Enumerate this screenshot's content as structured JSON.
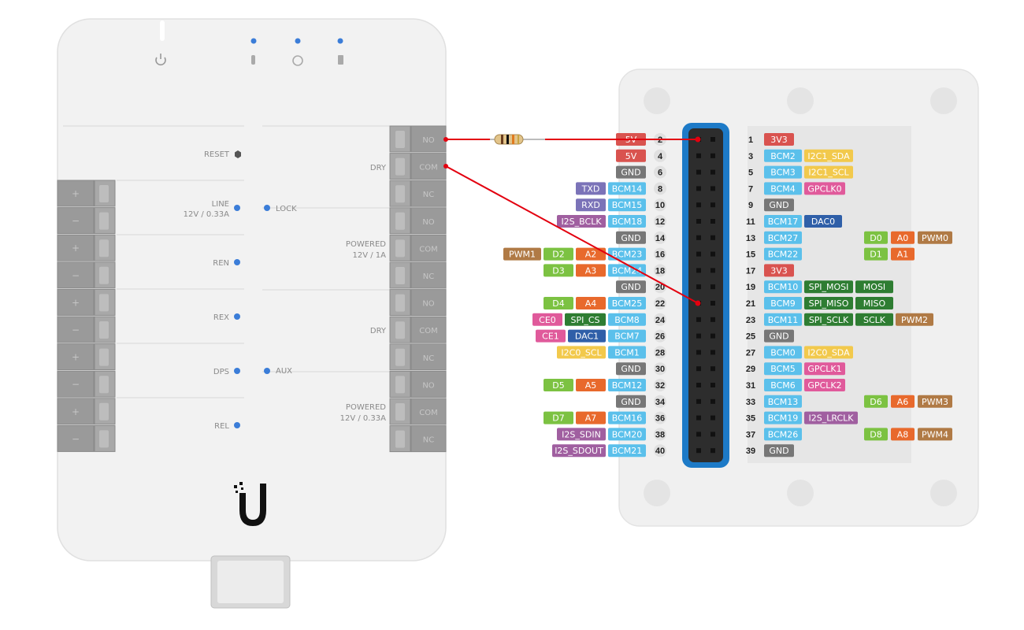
{
  "controller": {
    "logo_text": "U",
    "labels": {
      "reset": "RESET",
      "line": "LINE",
      "line_rating": "12V / 0.33A",
      "lock": "LOCK",
      "ren": "REN",
      "rex": "REX",
      "dps": "DPS",
      "aux": "AUX",
      "rel": "REL",
      "dry_top": "DRY",
      "powered_mid": "POWERED",
      "powered_mid_rating": "12V / 1A",
      "dry_bottom": "DRY",
      "powered_bottom": "POWERED",
      "powered_bottom_rating": "12V / 0.33A"
    },
    "relay_terminals": [
      "NO",
      "COM",
      "NC",
      "NO",
      "COM",
      "NC",
      "NO",
      "COM",
      "NC",
      "NO",
      "COM",
      "NC"
    ],
    "input_terminals": [
      "+",
      "−",
      "+",
      "−",
      "+",
      "−",
      "+",
      "−",
      "+",
      "−"
    ]
  },
  "wiring": {
    "wire_color": "#e3000f",
    "from_1": "NO",
    "to_1": "pin 2 (5V)",
    "from_2": "COM",
    "to_2": "pin 22 (BCM25)"
  },
  "gpio": {
    "colors": {
      "power_5v": "#d9534f",
      "power_3v3": "#d9534f",
      "gnd": "#777777",
      "bcm": "#5bc0eb",
      "uart": "#7b73b8",
      "i2s": "#a05fa0",
      "i2c": "#f2c94c",
      "gpclk": "#e05a9b",
      "spi": "#2e7d32",
      "dac": "#2f5fa8",
      "d": "#7cc242",
      "a": "#e8692c",
      "pwm": "#b07a45",
      "header": "#1d7ac7"
    },
    "left": [
      {
        "num": "2",
        "labels": [
          {
            "t": "5V",
            "c": "power_5v"
          }
        ]
      },
      {
        "num": "4",
        "labels": [
          {
            "t": "5V",
            "c": "power_5v"
          }
        ]
      },
      {
        "num": "6",
        "labels": [
          {
            "t": "GND",
            "c": "gnd"
          }
        ]
      },
      {
        "num": "8",
        "labels": [
          {
            "t": "BCM14",
            "c": "bcm"
          },
          {
            "t": "TXD",
            "c": "uart"
          }
        ]
      },
      {
        "num": "10",
        "labels": [
          {
            "t": "BCM15",
            "c": "bcm"
          },
          {
            "t": "RXD",
            "c": "uart"
          }
        ]
      },
      {
        "num": "12",
        "labels": [
          {
            "t": "BCM18",
            "c": "bcm"
          },
          {
            "t": "I2S_BCLK",
            "c": "i2s"
          }
        ]
      },
      {
        "num": "14",
        "labels": [
          {
            "t": "GND",
            "c": "gnd"
          }
        ]
      },
      {
        "num": "16",
        "labels": [
          {
            "t": "BCM23",
            "c": "bcm"
          },
          {
            "t": "A2",
            "c": "a"
          },
          {
            "t": "D2",
            "c": "d"
          },
          {
            "t": "PWM1",
            "c": "pwm"
          }
        ]
      },
      {
        "num": "18",
        "labels": [
          {
            "t": "BCM24",
            "c": "bcm"
          },
          {
            "t": "A3",
            "c": "a"
          },
          {
            "t": "D3",
            "c": "d"
          }
        ]
      },
      {
        "num": "20",
        "labels": [
          {
            "t": "GND",
            "c": "gnd"
          }
        ]
      },
      {
        "num": "22",
        "labels": [
          {
            "t": "BCM25",
            "c": "bcm"
          },
          {
            "t": "A4",
            "c": "a"
          },
          {
            "t": "D4",
            "c": "d"
          }
        ]
      },
      {
        "num": "24",
        "labels": [
          {
            "t": "BCM8",
            "c": "bcm"
          },
          {
            "t": "SPI_CS",
            "c": "spi"
          },
          {
            "t": "CE0",
            "c": "gpclk"
          }
        ]
      },
      {
        "num": "26",
        "labels": [
          {
            "t": "BCM7",
            "c": "bcm"
          },
          {
            "t": "DAC1",
            "c": "dac"
          },
          {
            "t": "CE1",
            "c": "gpclk"
          }
        ]
      },
      {
        "num": "28",
        "labels": [
          {
            "t": "BCM1",
            "c": "bcm"
          },
          {
            "t": "I2C0_SCL",
            "c": "i2c"
          }
        ]
      },
      {
        "num": "30",
        "labels": [
          {
            "t": "GND",
            "c": "gnd"
          }
        ]
      },
      {
        "num": "32",
        "labels": [
          {
            "t": "BCM12",
            "c": "bcm"
          },
          {
            "t": "A5",
            "c": "a"
          },
          {
            "t": "D5",
            "c": "d"
          }
        ]
      },
      {
        "num": "34",
        "labels": [
          {
            "t": "GND",
            "c": "gnd"
          }
        ]
      },
      {
        "num": "36",
        "labels": [
          {
            "t": "BCM16",
            "c": "bcm"
          },
          {
            "t": "A7",
            "c": "a"
          },
          {
            "t": "D7",
            "c": "d"
          }
        ]
      },
      {
        "num": "38",
        "labels": [
          {
            "t": "BCM20",
            "c": "bcm"
          },
          {
            "t": "I2S_SDIN",
            "c": "i2s"
          }
        ]
      },
      {
        "num": "40",
        "labels": [
          {
            "t": "BCM21",
            "c": "bcm"
          },
          {
            "t": "I2S_SDOUT",
            "c": "i2s"
          }
        ]
      }
    ],
    "right": [
      {
        "num": "1",
        "labels": [
          {
            "t": "3V3",
            "c": "power_3v3"
          }
        ]
      },
      {
        "num": "3",
        "labels": [
          {
            "t": "BCM2",
            "c": "bcm"
          },
          {
            "t": "I2C1_SDA",
            "c": "i2c"
          }
        ]
      },
      {
        "num": "5",
        "labels": [
          {
            "t": "BCM3",
            "c": "bcm"
          },
          {
            "t": "I2C1_SCL",
            "c": "i2c"
          }
        ]
      },
      {
        "num": "7",
        "labels": [
          {
            "t": "BCM4",
            "c": "bcm"
          },
          {
            "t": "GPCLK0",
            "c": "gpclk"
          }
        ]
      },
      {
        "num": "9",
        "labels": [
          {
            "t": "GND",
            "c": "gnd"
          }
        ]
      },
      {
        "num": "11",
        "labels": [
          {
            "t": "BCM17",
            "c": "bcm"
          },
          {
            "t": "DAC0",
            "c": "dac"
          }
        ]
      },
      {
        "num": "13",
        "labels": [
          {
            "t": "BCM27",
            "c": "bcm"
          }
        ],
        "extra": [
          {
            "t": "D0",
            "c": "d"
          },
          {
            "t": "A0",
            "c": "a"
          },
          {
            "t": "PWM0",
            "c": "pwm"
          }
        ]
      },
      {
        "num": "15",
        "labels": [
          {
            "t": "BCM22",
            "c": "bcm"
          }
        ],
        "extra": [
          {
            "t": "D1",
            "c": "d"
          },
          {
            "t": "A1",
            "c": "a"
          }
        ]
      },
      {
        "num": "17",
        "labels": [
          {
            "t": "3V3",
            "c": "power_3v3"
          }
        ]
      },
      {
        "num": "19",
        "labels": [
          {
            "t": "BCM10",
            "c": "bcm"
          },
          {
            "t": "SPI_MOSI",
            "c": "spi"
          },
          {
            "t": "MOSI",
            "c": "spi"
          }
        ]
      },
      {
        "num": "21",
        "labels": [
          {
            "t": "BCM9",
            "c": "bcm"
          },
          {
            "t": "SPI_MISO",
            "c": "spi"
          },
          {
            "t": "MISO",
            "c": "spi"
          }
        ]
      },
      {
        "num": "23",
        "labels": [
          {
            "t": "BCM11",
            "c": "bcm"
          },
          {
            "t": "SPI_SCLK",
            "c": "spi"
          },
          {
            "t": "SCLK",
            "c": "spi"
          },
          {
            "t": "PWM2",
            "c": "pwm"
          }
        ]
      },
      {
        "num": "25",
        "labels": [
          {
            "t": "GND",
            "c": "gnd"
          }
        ]
      },
      {
        "num": "27",
        "labels": [
          {
            "t": "BCM0",
            "c": "bcm"
          },
          {
            "t": "I2C0_SDA",
            "c": "i2c"
          }
        ]
      },
      {
        "num": "29",
        "labels": [
          {
            "t": "BCM5",
            "c": "bcm"
          },
          {
            "t": "GPCLK1",
            "c": "gpclk"
          }
        ]
      },
      {
        "num": "31",
        "labels": [
          {
            "t": "BCM6",
            "c": "bcm"
          },
          {
            "t": "GPCLK2",
            "c": "gpclk"
          }
        ]
      },
      {
        "num": "33",
        "labels": [
          {
            "t": "BCM13",
            "c": "bcm"
          }
        ],
        "extra": [
          {
            "t": "D6",
            "c": "d"
          },
          {
            "t": "A6",
            "c": "a"
          },
          {
            "t": "PWM3",
            "c": "pwm"
          }
        ]
      },
      {
        "num": "35",
        "labels": [
          {
            "t": "BCM19",
            "c": "bcm"
          },
          {
            "t": "I2S_LRCLK",
            "c": "i2s"
          }
        ]
      },
      {
        "num": "37",
        "labels": [
          {
            "t": "BCM26",
            "c": "bcm"
          }
        ],
        "extra": [
          {
            "t": "D8",
            "c": "d"
          },
          {
            "t": "A8",
            "c": "a"
          },
          {
            "t": "PWM4",
            "c": "pwm"
          }
        ]
      },
      {
        "num": "39",
        "labels": [
          {
            "t": "GND",
            "c": "gnd"
          }
        ]
      }
    ]
  }
}
